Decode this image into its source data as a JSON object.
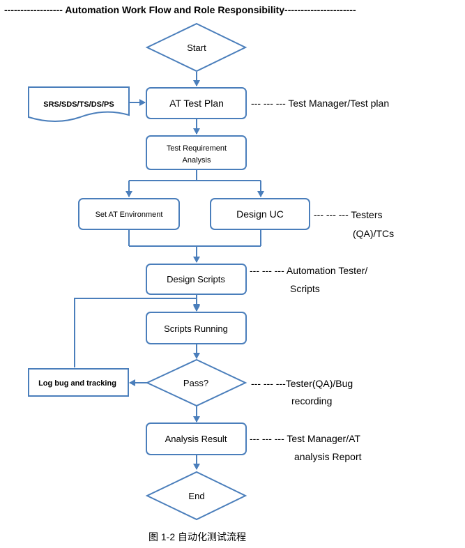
{
  "title": "------------------ Automation Work Flow and Role Responsibility----------------------",
  "nodes": {
    "start": "Start",
    "at_test_plan": "AT Test Plan",
    "srs_doc": "SRS/SDS/TS/DS/PS",
    "test_req_line1": "Test Requirement",
    "test_req_line2": "Analysis",
    "set_env": "Set AT Environment",
    "design_uc": "Design UC",
    "design_scripts": "Design Scripts",
    "scripts_running": "Scripts Running",
    "pass": "Pass?",
    "log_bug": "Log bug and tracking",
    "analysis_result": "Analysis Result",
    "end": "End"
  },
  "roles": {
    "test_plan": "--- --- --- Test Manager/Test plan",
    "testers_line1": "--- --- --- Testers",
    "testers_line2": "(QA)/TCs",
    "automation_line1": "--- --- --- Automation Tester/",
    "automation_line2": "Scripts",
    "bug_line1": "--- --- ---Tester(QA)/Bug",
    "bug_line2": "recording",
    "report_line1": "--- --- --- Test Manager/AT",
    "report_line2": "analysis Report"
  },
  "caption": "图 1-2 自动化测试流程",
  "colors": {
    "stroke": "#4a7ebb",
    "text": "#000000",
    "background": "#ffffff"
  }
}
